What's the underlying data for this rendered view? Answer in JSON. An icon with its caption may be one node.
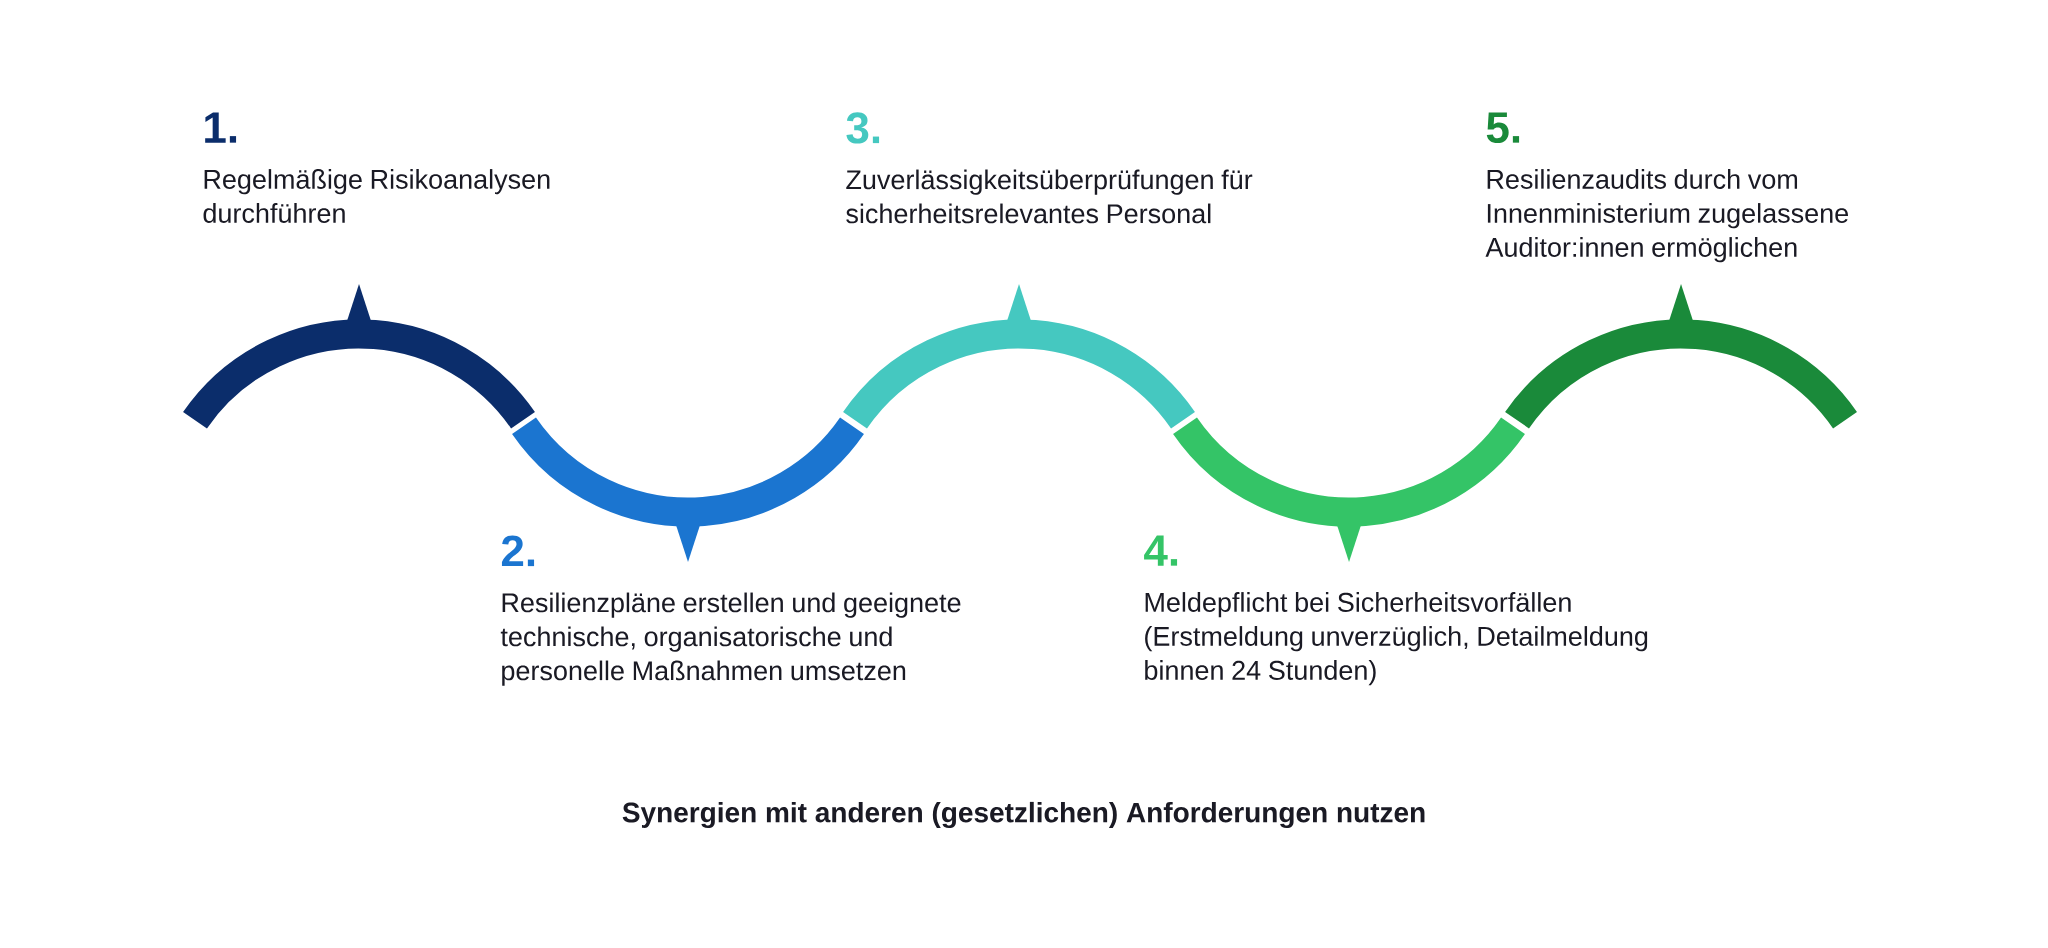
{
  "diagram": {
    "caption": "Synergien mit anderen (gesetzlichen) Anforderungen nutzen",
    "nodes": [
      {
        "text": [
          "1.",
          "Regelmäßige Risikoanalysen durchführen"
        ]
      },
      {
        "text": [
          "2.",
          "Resilienzpläne erstellen und geeignete technische, organisatorische und personelle Maßnahmen umsetzen"
        ]
      },
      {
        "text": [
          "3.",
          "Zuverlässigkeitsüberprüfungen für sicherheitsrelevantes Personal"
        ]
      },
      {
        "text": [
          "4.",
          "Meldepflicht bei Sicherheitsvorfällen (Erstmeldung unverzüglich, Detailmeldung binnen 24 Stunden)"
        ]
      },
      {
        "text": [
          "5.",
          "Resilienzaudits durch vom Innenministerium zugelassene Auditor:innen ermöglichen"
        ]
      }
    ]
  }
}
